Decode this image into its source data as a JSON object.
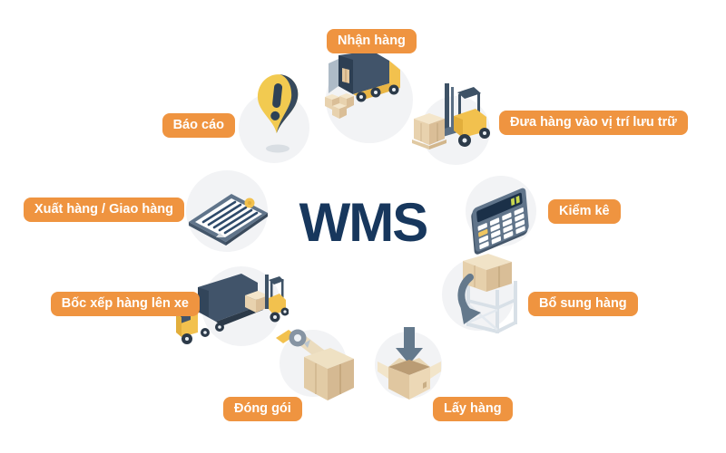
{
  "center": {
    "label": "WMS"
  },
  "colors": {
    "accent_orange": "#EF9440",
    "navy": "#17375D",
    "icon_slate": "#41546A",
    "icon_yellow": "#F2C14E",
    "box_tan": "#E8D2AE",
    "circle_gray": "#F2F3F5",
    "arrow_slate": "#64798C"
  },
  "stations": [
    {
      "id": "nhan-hang",
      "label": "Nhận hàng",
      "icon": "delivery-truck-icon"
    },
    {
      "id": "dua-hang",
      "label": "Đưa hàng vào vị trí lưu trữ",
      "icon": "forklift-pallet-icon"
    },
    {
      "id": "kiem-ke",
      "label": "Kiểm kê",
      "icon": "calculator-icon"
    },
    {
      "id": "bo-sung",
      "label": "Bổ sung hàng",
      "icon": "rack-restock-arrow-icon"
    },
    {
      "id": "lay-hang",
      "label": "Lấy hàng",
      "icon": "open-box-down-arrow-icon"
    },
    {
      "id": "dong-goi",
      "label": "Đóng gói",
      "icon": "tape-dispenser-box-icon"
    },
    {
      "id": "boc-xep",
      "label": "Bốc xếp hàng lên xe",
      "icon": "truck-loading-forklift-icon"
    },
    {
      "id": "xuat-hang",
      "label": "Xuất hàng / Giao hàng",
      "icon": "clipboard-checklist-icon"
    },
    {
      "id": "bao-cao",
      "label": "Báo cáo",
      "icon": "alert-pin-icon"
    }
  ]
}
